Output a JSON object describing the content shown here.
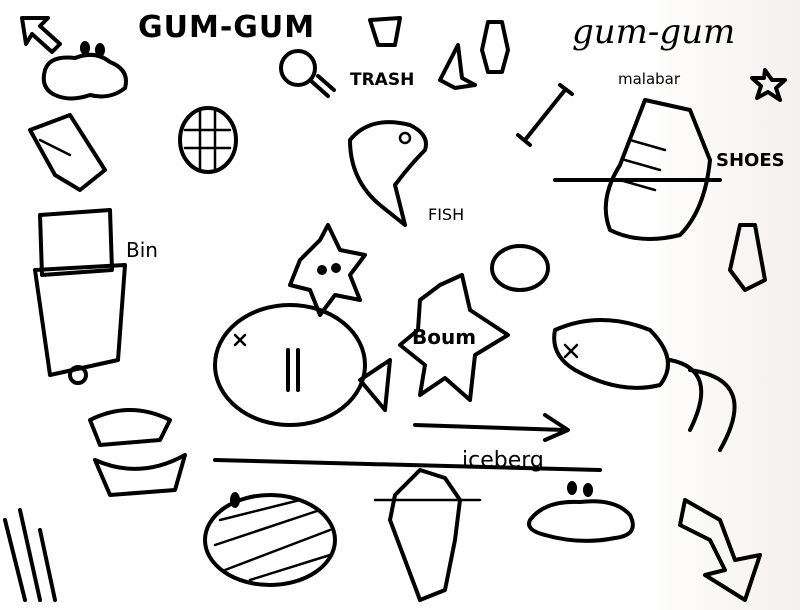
{
  "labels": {
    "title_left": "GUM-GUM",
    "title_right": "gum-gum",
    "trash": "TRASH",
    "malabar": "malabar",
    "shoes": "SHOES",
    "bin": "Bin",
    "fish": "FISH",
    "boum": "Boum",
    "iceberg": "iceberg"
  },
  "colors": {
    "ink": "#000000",
    "paper": "#ffffff"
  }
}
